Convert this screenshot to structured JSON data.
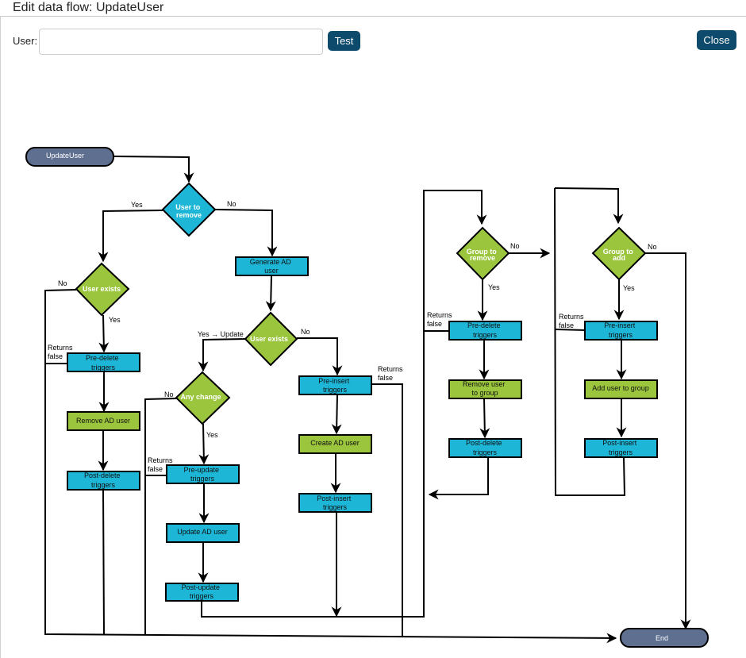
{
  "dialog": {
    "title": "Edit data flow: UpdateUser",
    "user_label": "User:",
    "user_value": "",
    "test_label": "Test",
    "close_label": "Close"
  },
  "flowchart": {
    "start": "UpdateUser",
    "end": "End",
    "user_to_remove": [
      "User to",
      "remove"
    ],
    "generate_ad_user": [
      "Generate AD",
      "user"
    ],
    "user_exists_left": [
      "User exists"
    ],
    "user_exists_mid": [
      "User exists"
    ],
    "pre_delete_1": [
      "Pre-delete",
      "triggers"
    ],
    "remove_ad_user": [
      "Remove AD user"
    ],
    "post_delete_1": [
      "Post-delete",
      "triggers"
    ],
    "any_change": [
      "Any change"
    ],
    "pre_update": [
      "Pre-update",
      "triggers"
    ],
    "update_ad_user": [
      "Update AD user"
    ],
    "post_update": [
      "Post-update",
      "triggers"
    ],
    "pre_insert_1": [
      "Pre-insert",
      "triggers"
    ],
    "create_ad_user": [
      "Create AD user"
    ],
    "post_insert_1": [
      "Post-insert",
      "triggers"
    ],
    "group_to_remove": [
      "Group to",
      "remove"
    ],
    "pre_delete_2": [
      "Pre-delete",
      "triggers"
    ],
    "remove_user_to_group": [
      "Remove user",
      "to group"
    ],
    "post_delete_2": [
      "Post-delete",
      "triggers"
    ],
    "group_to_add": [
      "Group to",
      "add"
    ],
    "pre_insert_2": [
      "Pre-insert",
      "triggers"
    ],
    "add_user_to_group": [
      "Add user to group"
    ],
    "post_insert_2": [
      "Post-insert",
      "triggers"
    ],
    "labels": {
      "yes": "Yes",
      "no": "No",
      "yes_update": "Yes → Update",
      "returns_false": [
        "Returns",
        "false"
      ]
    }
  }
}
